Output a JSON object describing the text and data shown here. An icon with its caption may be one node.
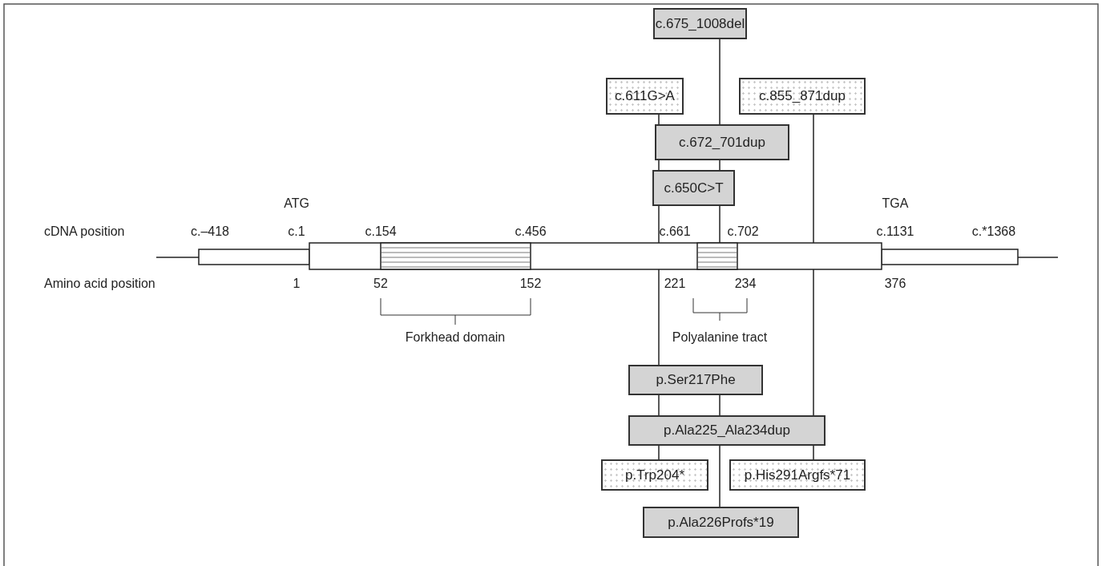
{
  "diagram": {
    "nodes": [
      {
        "text": [
          "c.675_1008del"
        ]
      },
      {
        "text": [
          "c.611G>A"
        ]
      },
      {
        "text": [
          "c.855_871dup"
        ]
      },
      {
        "text": [
          "c.672_701dup"
        ]
      },
      {
        "text": [
          "c.650C>T"
        ]
      },
      {
        "text": [],
        "shape": "bar"
      },
      {
        "text": [
          "p.Ser217Phe"
        ]
      },
      {
        "text": [
          "p.Ala225_Ala234dup"
        ]
      },
      {
        "text": [
          "p.Trp204*"
        ]
      },
      {
        "text": [
          "p.His291Argfs*71"
        ]
      },
      {
        "text": [
          "p.Ala226Profs*19"
        ]
      }
    ],
    "edges": [
      {
        "from": 0,
        "to": 3,
        "arrow": "none"
      },
      {
        "from": 1,
        "to": 3,
        "arrow": "none"
      },
      {
        "from": 3,
        "to": 4,
        "arrow": "none"
      },
      {
        "from": 3,
        "to": 4,
        "arrow": "none"
      },
      {
        "from": 4,
        "to": 5,
        "arrow": "none"
      },
      {
        "from": 4,
        "to": 5,
        "arrow": "none"
      },
      {
        "from": 2,
        "to": 5,
        "arrow": "none"
      },
      {
        "from": 5,
        "to": 6,
        "arrow": "none"
      },
      {
        "from": 5,
        "to": 7,
        "arrow": "none"
      },
      {
        "from": 6,
        "to": 7,
        "arrow": "none"
      },
      {
        "from": 6,
        "to": 7,
        "arrow": "none"
      },
      {
        "from": 7,
        "to": 8,
        "arrow": "none"
      },
      {
        "from": 7,
        "to": 10,
        "arrow": "none"
      },
      {
        "from": 7,
        "to": 9,
        "arrow": "none"
      }
    ],
    "labels": [
      "ATG",
      "TGA",
      "cDNA position",
      "c.–418",
      "c.1",
      "c.154",
      "c.456",
      "c.661",
      "c.702",
      "c.1131",
      "c.*1368",
      "Amino acid position",
      "1",
      "52",
      "152",
      "221",
      "234",
      "376",
      "Forkhead domain",
      "Polyalanine tract"
    ]
  }
}
